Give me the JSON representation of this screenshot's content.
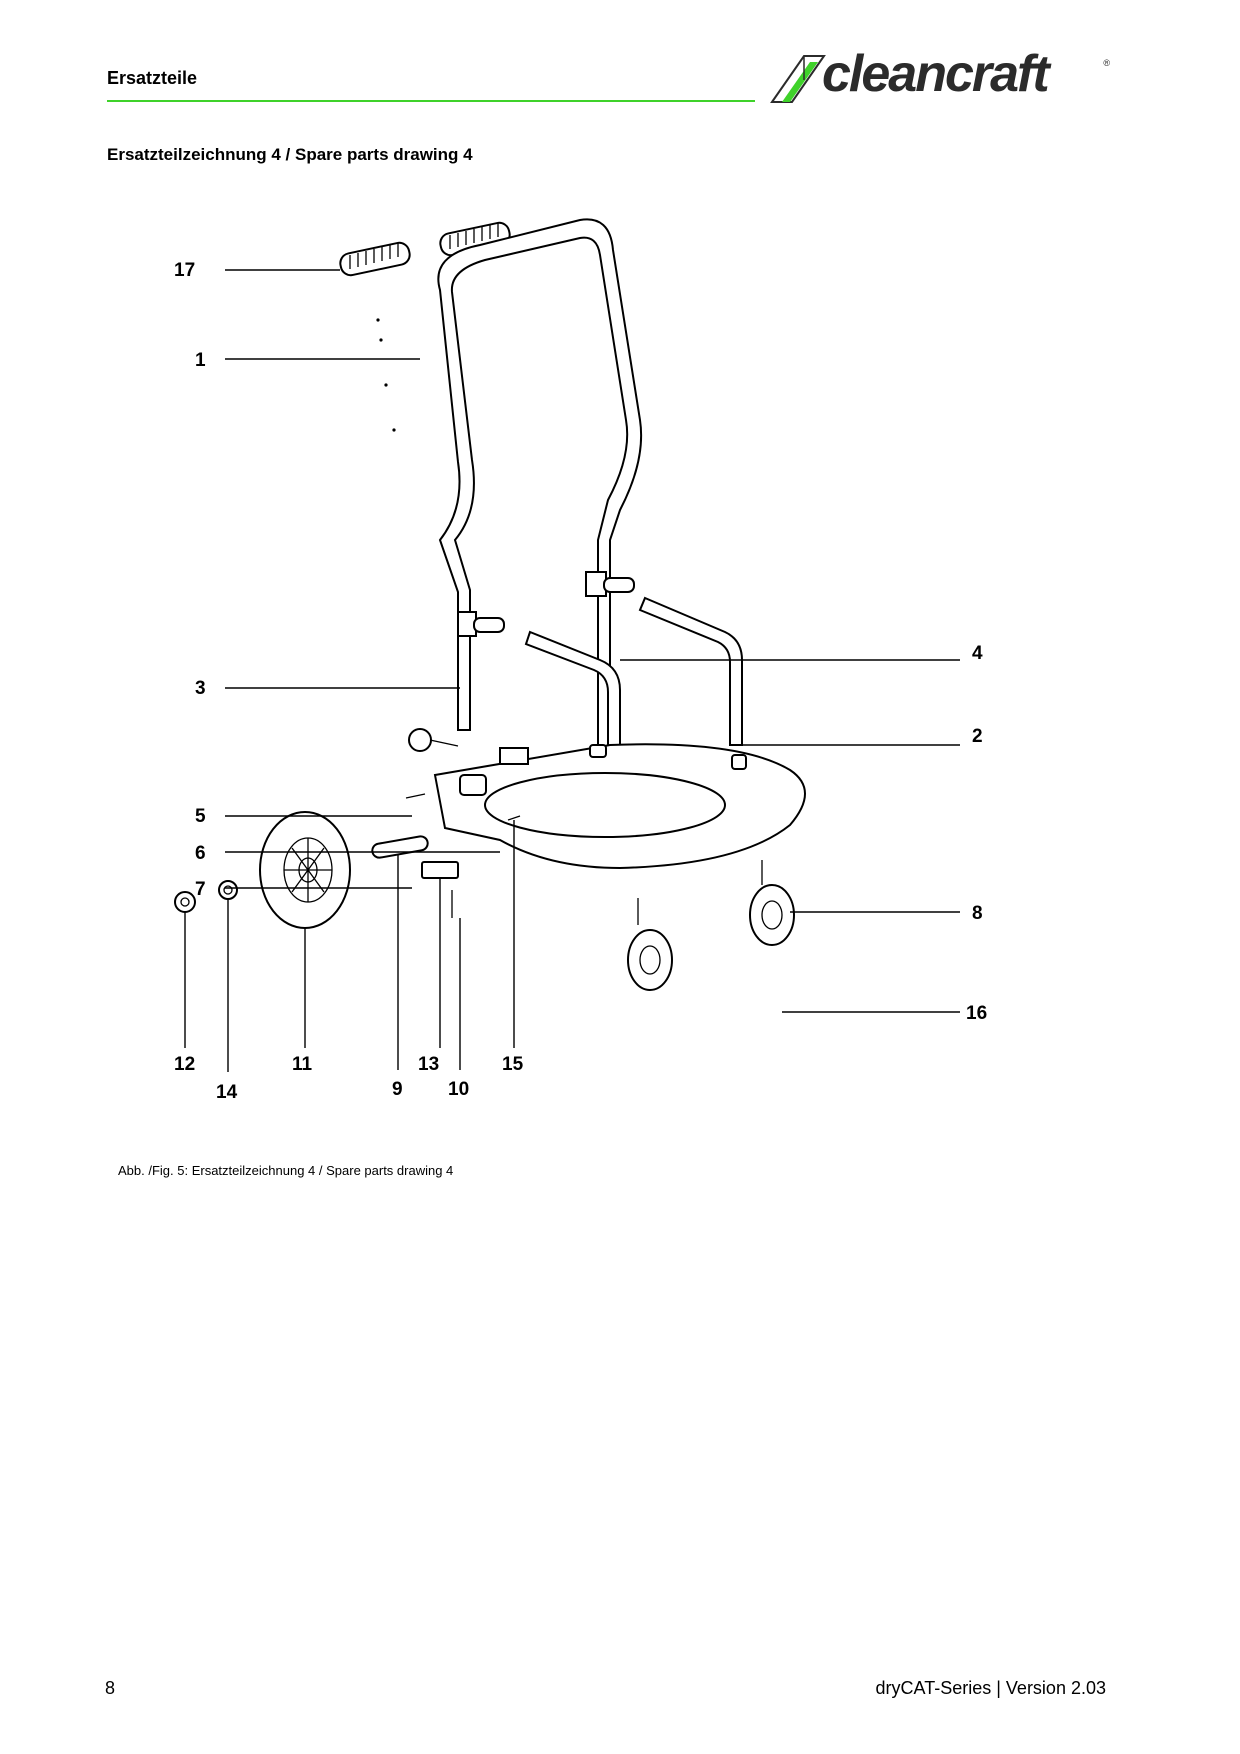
{
  "header": {
    "title": "Ersatzteile",
    "logo_text": "cleancraft",
    "logo_reg": "®"
  },
  "section": {
    "title": "Ersatzteilzeichnung 4 / Spare parts drawing 4"
  },
  "drawing": {
    "labels": {
      "l1": "1",
      "l2": "2",
      "l3": "3",
      "l4": "4",
      "l5": "5",
      "l6": "6",
      "l7": "7",
      "l8": "8",
      "l9": "9",
      "l10": "10",
      "l11": "11",
      "l12": "12",
      "l13": "13",
      "l14": "14",
      "l15": "15",
      "l16": "16",
      "l17": "17"
    }
  },
  "caption": "Abb. /Fig. 5: Ersatzteilzeichnung 4 / Spare parts drawing 4",
  "footer": {
    "page_number": "8",
    "doc_version": "dryCAT-Series | Version 2.03"
  },
  "colors": {
    "accent_green": "#3fd22a",
    "logo_gray": "#2b2b2b"
  }
}
